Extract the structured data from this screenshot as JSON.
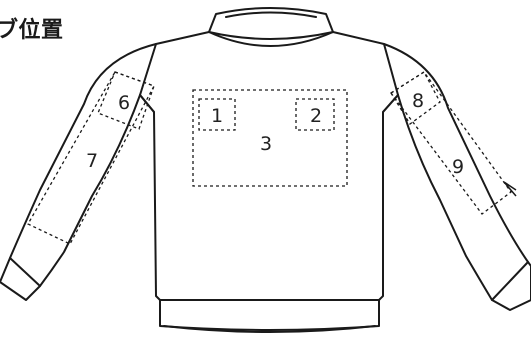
{
  "title": "ブ位置",
  "zones": [
    {
      "id": "1",
      "label": "1",
      "area": "front-chest-left"
    },
    {
      "id": "2",
      "label": "2",
      "area": "front-chest-right"
    },
    {
      "id": "3",
      "label": "3",
      "area": "front-center"
    },
    {
      "id": "6",
      "label": "6",
      "area": "right-sleeve-upper"
    },
    {
      "id": "7",
      "label": "7",
      "area": "right-sleeve-full"
    },
    {
      "id": "8",
      "label": "8",
      "area": "left-sleeve-upper"
    },
    {
      "id": "9",
      "label": "9",
      "area": "left-sleeve-full"
    }
  ],
  "colors": {
    "line": "#1a1a1a",
    "background": "#ffffff"
  }
}
